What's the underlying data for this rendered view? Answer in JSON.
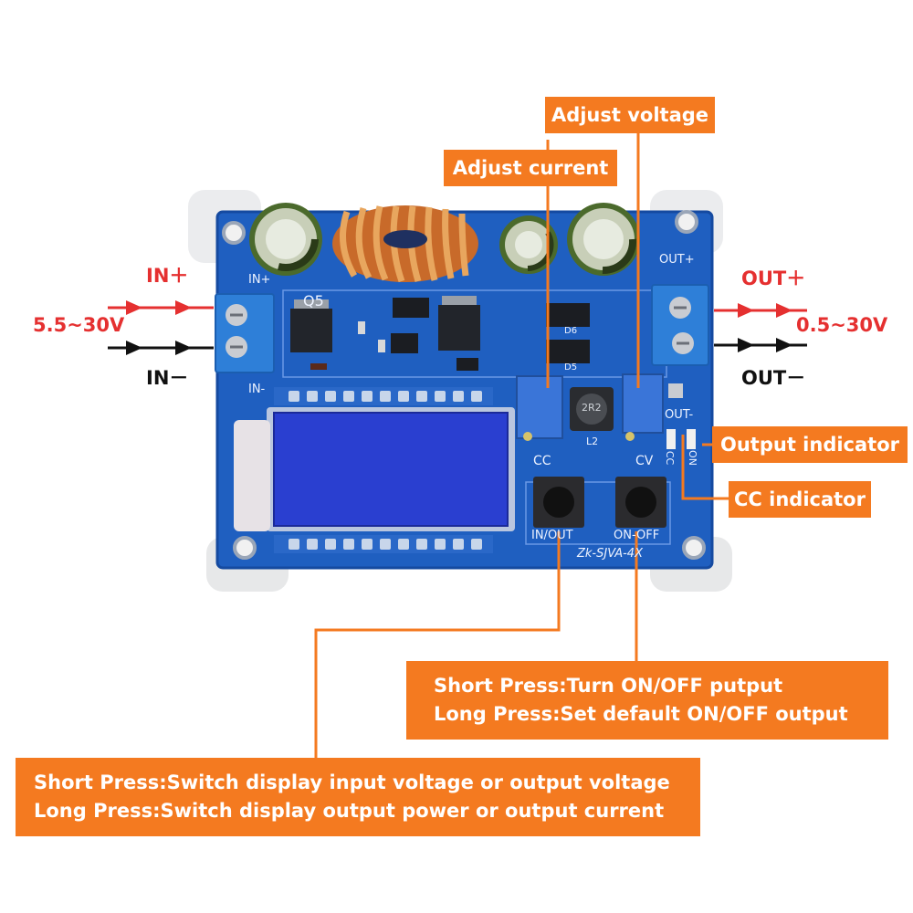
{
  "labels": {
    "adjust_voltage": "Adjust voltage",
    "adjust_current": "Adjust current",
    "output_indicator": "Output indicator",
    "cc_indicator": "CC indicator",
    "in_plus": "IN＋",
    "in_minus": "IN－",
    "out_plus": "OUT＋",
    "out_minus": "OUT－",
    "input_range": "5.5~30V",
    "output_range": "0.5~30V"
  },
  "on_off_button_box": {
    "line1": "Short Press:Turn ON/OFF putput",
    "line2": "Long Press:Set default ON/OFF output"
  },
  "in_out_button_box": {
    "line1": "Short Press:Switch display input voltage or output voltage",
    "line2": "Long Press:Switch display output power or output current"
  },
  "board_silkscreen": {
    "in_plus": "IN+",
    "in_minus": "IN-",
    "out_plus": "OUT+",
    "out_minus": "OUT-",
    "q5": "Q5",
    "cc": "CC",
    "cv": "CV",
    "l2": "L2",
    "in_out": "IN/OUT",
    "on_off": "ON-OFF",
    "model": "Zk-SJVA-4X",
    "inductor_code": "2R2",
    "d5": "D5",
    "d6": "D6",
    "cc_led": "CC",
    "on_led": "ON"
  },
  "colors": {
    "callout": "#f47a20",
    "pcb": "#1f5fc0",
    "input_arrow": "#e53030",
    "ground_arrow": "#111111"
  }
}
